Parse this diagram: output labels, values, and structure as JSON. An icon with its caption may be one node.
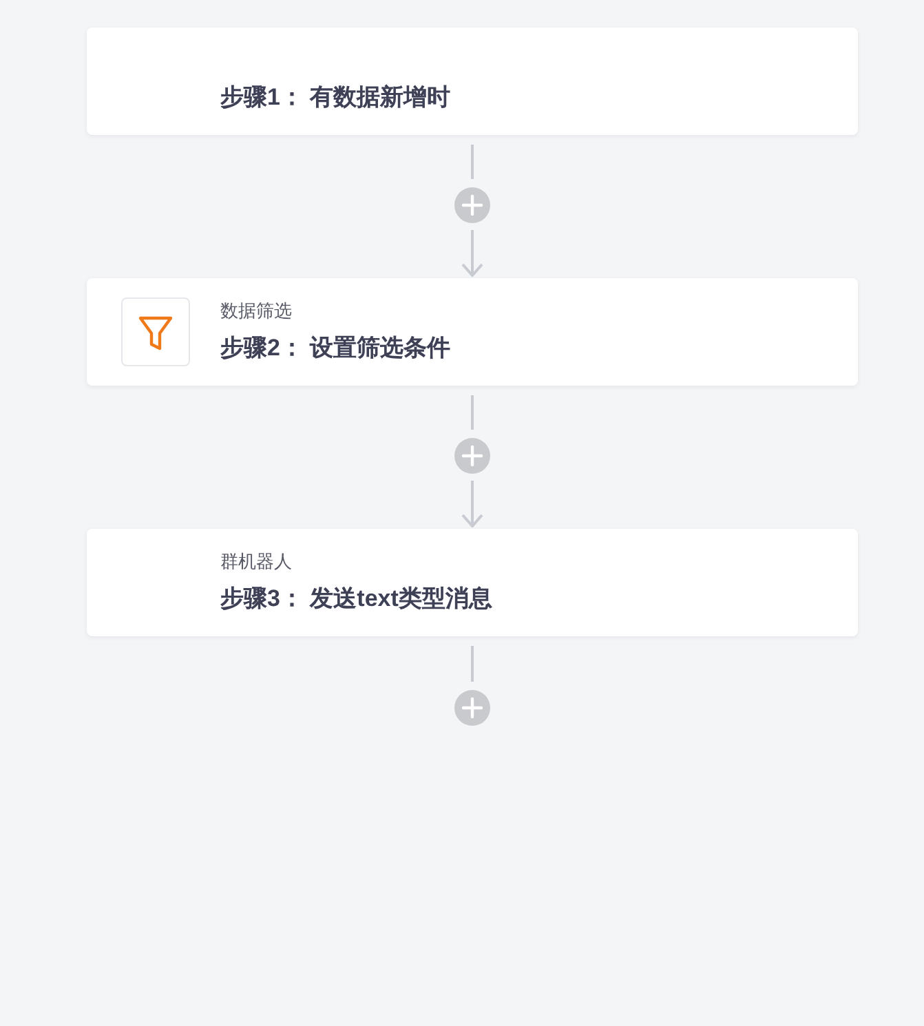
{
  "diagram": {
    "nodes": [
      {
        "text": [
          "步骤1： 有数据新增时"
        ]
      },
      {
        "text": [],
        "shape": "circle"
      },
      {
        "text": [
          "数据筛选",
          "步骤2： 设置筛选条件"
        ]
      },
      {
        "text": [],
        "shape": "circle"
      },
      {
        "text": [
          "群机器人",
          "步骤3： 发送text类型消息"
        ]
      },
      {
        "text": [],
        "shape": "circle"
      }
    ],
    "edges": [
      {
        "from": 0,
        "to": 1,
        "arrow": "none"
      },
      {
        "from": 1,
        "to": 2,
        "arrow": "to"
      },
      {
        "from": 2,
        "to": 3,
        "arrow": "none"
      },
      {
        "from": 3,
        "to": 4,
        "arrow": "to"
      },
      {
        "from": 4,
        "to": 5,
        "arrow": "none"
      }
    ]
  }
}
